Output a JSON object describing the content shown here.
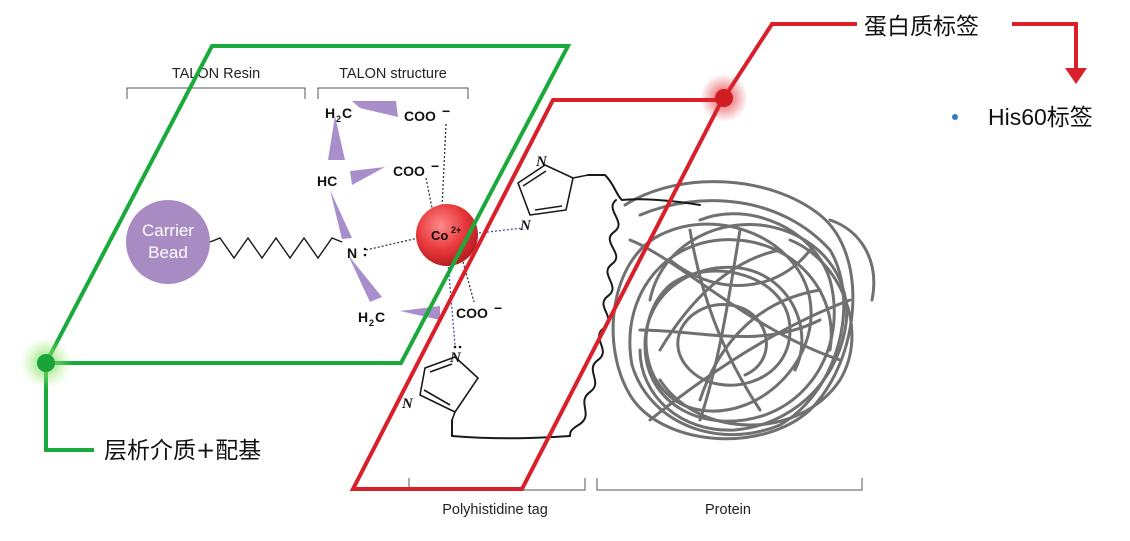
{
  "labels": {
    "talon_resin": "TALON Resin",
    "talon_structure": "TALON structure",
    "polyhistidine_tag": "Polyhistidine tag",
    "protein": "Protein",
    "protein_tag_cn": "蛋白质标签",
    "his60_tag": "His60标签",
    "chromatography_matrix_cn": "层析介质+配基"
  },
  "bead": {
    "line1": "Carrier",
    "line2": "Bead"
  },
  "chemistry": {
    "h2c_top": "H",
    "h2c_top_sub": "2",
    "h2c_top_c": "C",
    "coo_top": "COO",
    "coo_top_charge": "−",
    "hc": "HC",
    "coo_mid": "COO",
    "coo_mid_charge": "−",
    "n_center": "N",
    "h2c_bottom": "H",
    "h2c_bottom_sub": "2",
    "h2c_bottom_c": "C",
    "coo_bottom": "COO",
    "coo_bottom_charge": "−",
    "cobalt": "Co",
    "cobalt_charge": "2+",
    "n_ring_top_1": "N",
    "n_ring_top_2": "N",
    "n_ring_bottom_1": "N",
    "n_ring_bottom_2": "N"
  },
  "colors": {
    "green_frame": "#1aaa3c",
    "red_frame": "#d9202a",
    "bead_purple": "#a98bc4",
    "wedge_purple": "#a88fcb",
    "cobalt_red": "#e8393c",
    "protein_gray": "#707070",
    "bullet_blue": "#2f7fc1"
  }
}
